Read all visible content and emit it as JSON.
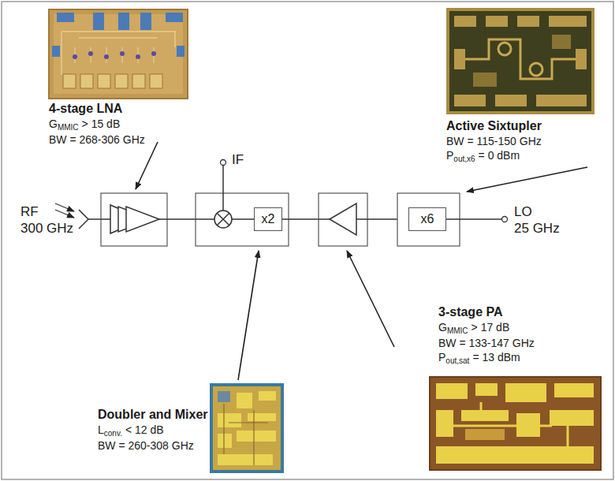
{
  "diagram": {
    "nodes": [
      {
        "text": [
          "x2"
        ]
      },
      {
        "text": [
          "x6"
        ]
      }
    ],
    "labels": [
      "4-stage LNA",
      "G",
      "MMIC",
      "> 15 dB",
      "BW = 268-306 GHz",
      "Active Sixtupler",
      "BW = 115-150 GHz",
      "P",
      "out,x6",
      "= 0 dBm",
      "3-stage PA",
      "G",
      "MMIC",
      "> 17 dB",
      "BW = 133-147 GHz",
      "P",
      "out,sat",
      "= 13 dBm",
      "Doubler and Mixer",
      "L",
      "conv.",
      "< 12 dB",
      "BW = 260-308 GHz",
      "RF",
      "300 GHz",
      "IF",
      "LO",
      "25 GHz"
    ]
  }
}
